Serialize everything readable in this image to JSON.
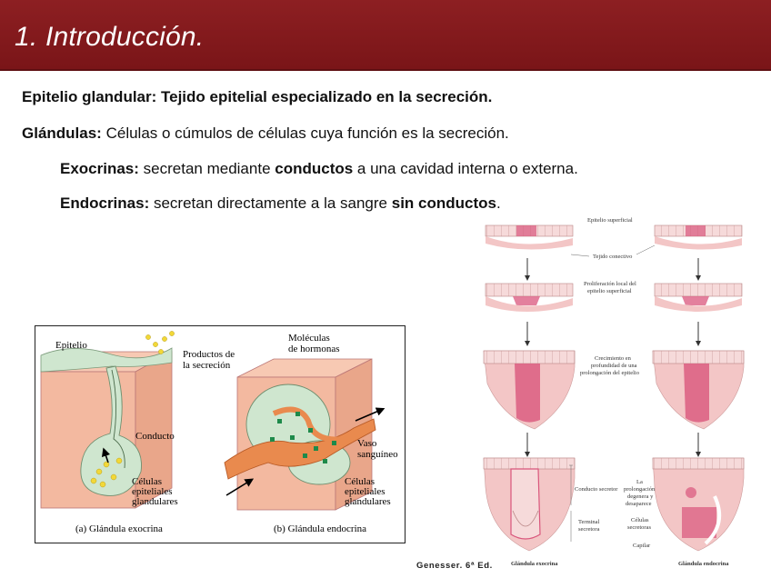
{
  "slide": {
    "title": "1. Introducción.",
    "line1": "Epitelio glandular: Tejido epitelial especializado en la secreción.",
    "line2": {
      "term": "Glándulas:",
      "rest": " Células o cúmulos de células cuya función es la secreción."
    },
    "line3": {
      "term": "Exocrinas:",
      "mid": " secretan mediante ",
      "bold": "conductos",
      "end": " a una cavidad interna o externa."
    },
    "line4": {
      "term": "Endocrinas:",
      "mid": " secretan directamente a la sangre ",
      "bold": "sin conductos",
      "end": "."
    },
    "citation": "Genesser. 6ª Ed."
  },
  "figure_left": {
    "labels": {
      "epitelio": "Epitelio",
      "productos_1": "Productos de",
      "productos_2": "la secreción",
      "conducto": "Conducto",
      "celulas_1": "Células",
      "celulas_2": "epiteliales",
      "celulas_3": "glandulares",
      "moleculas_1": "Moléculas",
      "moleculas_2": "de hormonas",
      "vaso_1": "Vaso",
      "vaso_2": "sanguíneo",
      "celulas_b_1": "Células",
      "celulas_b_2": "epiteliales",
      "celulas_b_3": "glandulares",
      "caption_a": "(a) Glándula exocrina",
      "caption_b": "(b) Glándula endocrina"
    }
  },
  "figure_right": {
    "labels": {
      "epitelio_superficial": "Epitelio superficial",
      "tejido_conectivo": "Tejido conectivo",
      "proliferacion_1": "Proliferación local del",
      "proliferacion_2": "epitelio superficial",
      "crecimiento_1": "Crecimiento en",
      "crecimiento_2": "profundidad de una",
      "crecimiento_3": "prolongación del epitelio",
      "conducto_secretor": "Conducto secretor",
      "terminal_1": "Terminal",
      "terminal_2": "secretora",
      "la_prolongacion_1": "La",
      "la_prolongacion_2": "prolongación",
      "la_prolongacion_3": "degenera y",
      "la_prolongacion_4": "desaparece",
      "celulas_sec_1": "Células",
      "celulas_sec_2": "secretoras",
      "capilar": "Capilar",
      "caption_exocrina": "Glándula exocrina",
      "caption_endocrina": "Glándula endocrina"
    }
  },
  "colors": {
    "header": "#7a1518",
    "tissue": "#f3b9a0",
    "epithelium": "#cfe6cf",
    "vessel": "#e98a4e",
    "hormone": "#1d8a4a",
    "secretion": "#f2d838",
    "stain": "#d9567c"
  }
}
